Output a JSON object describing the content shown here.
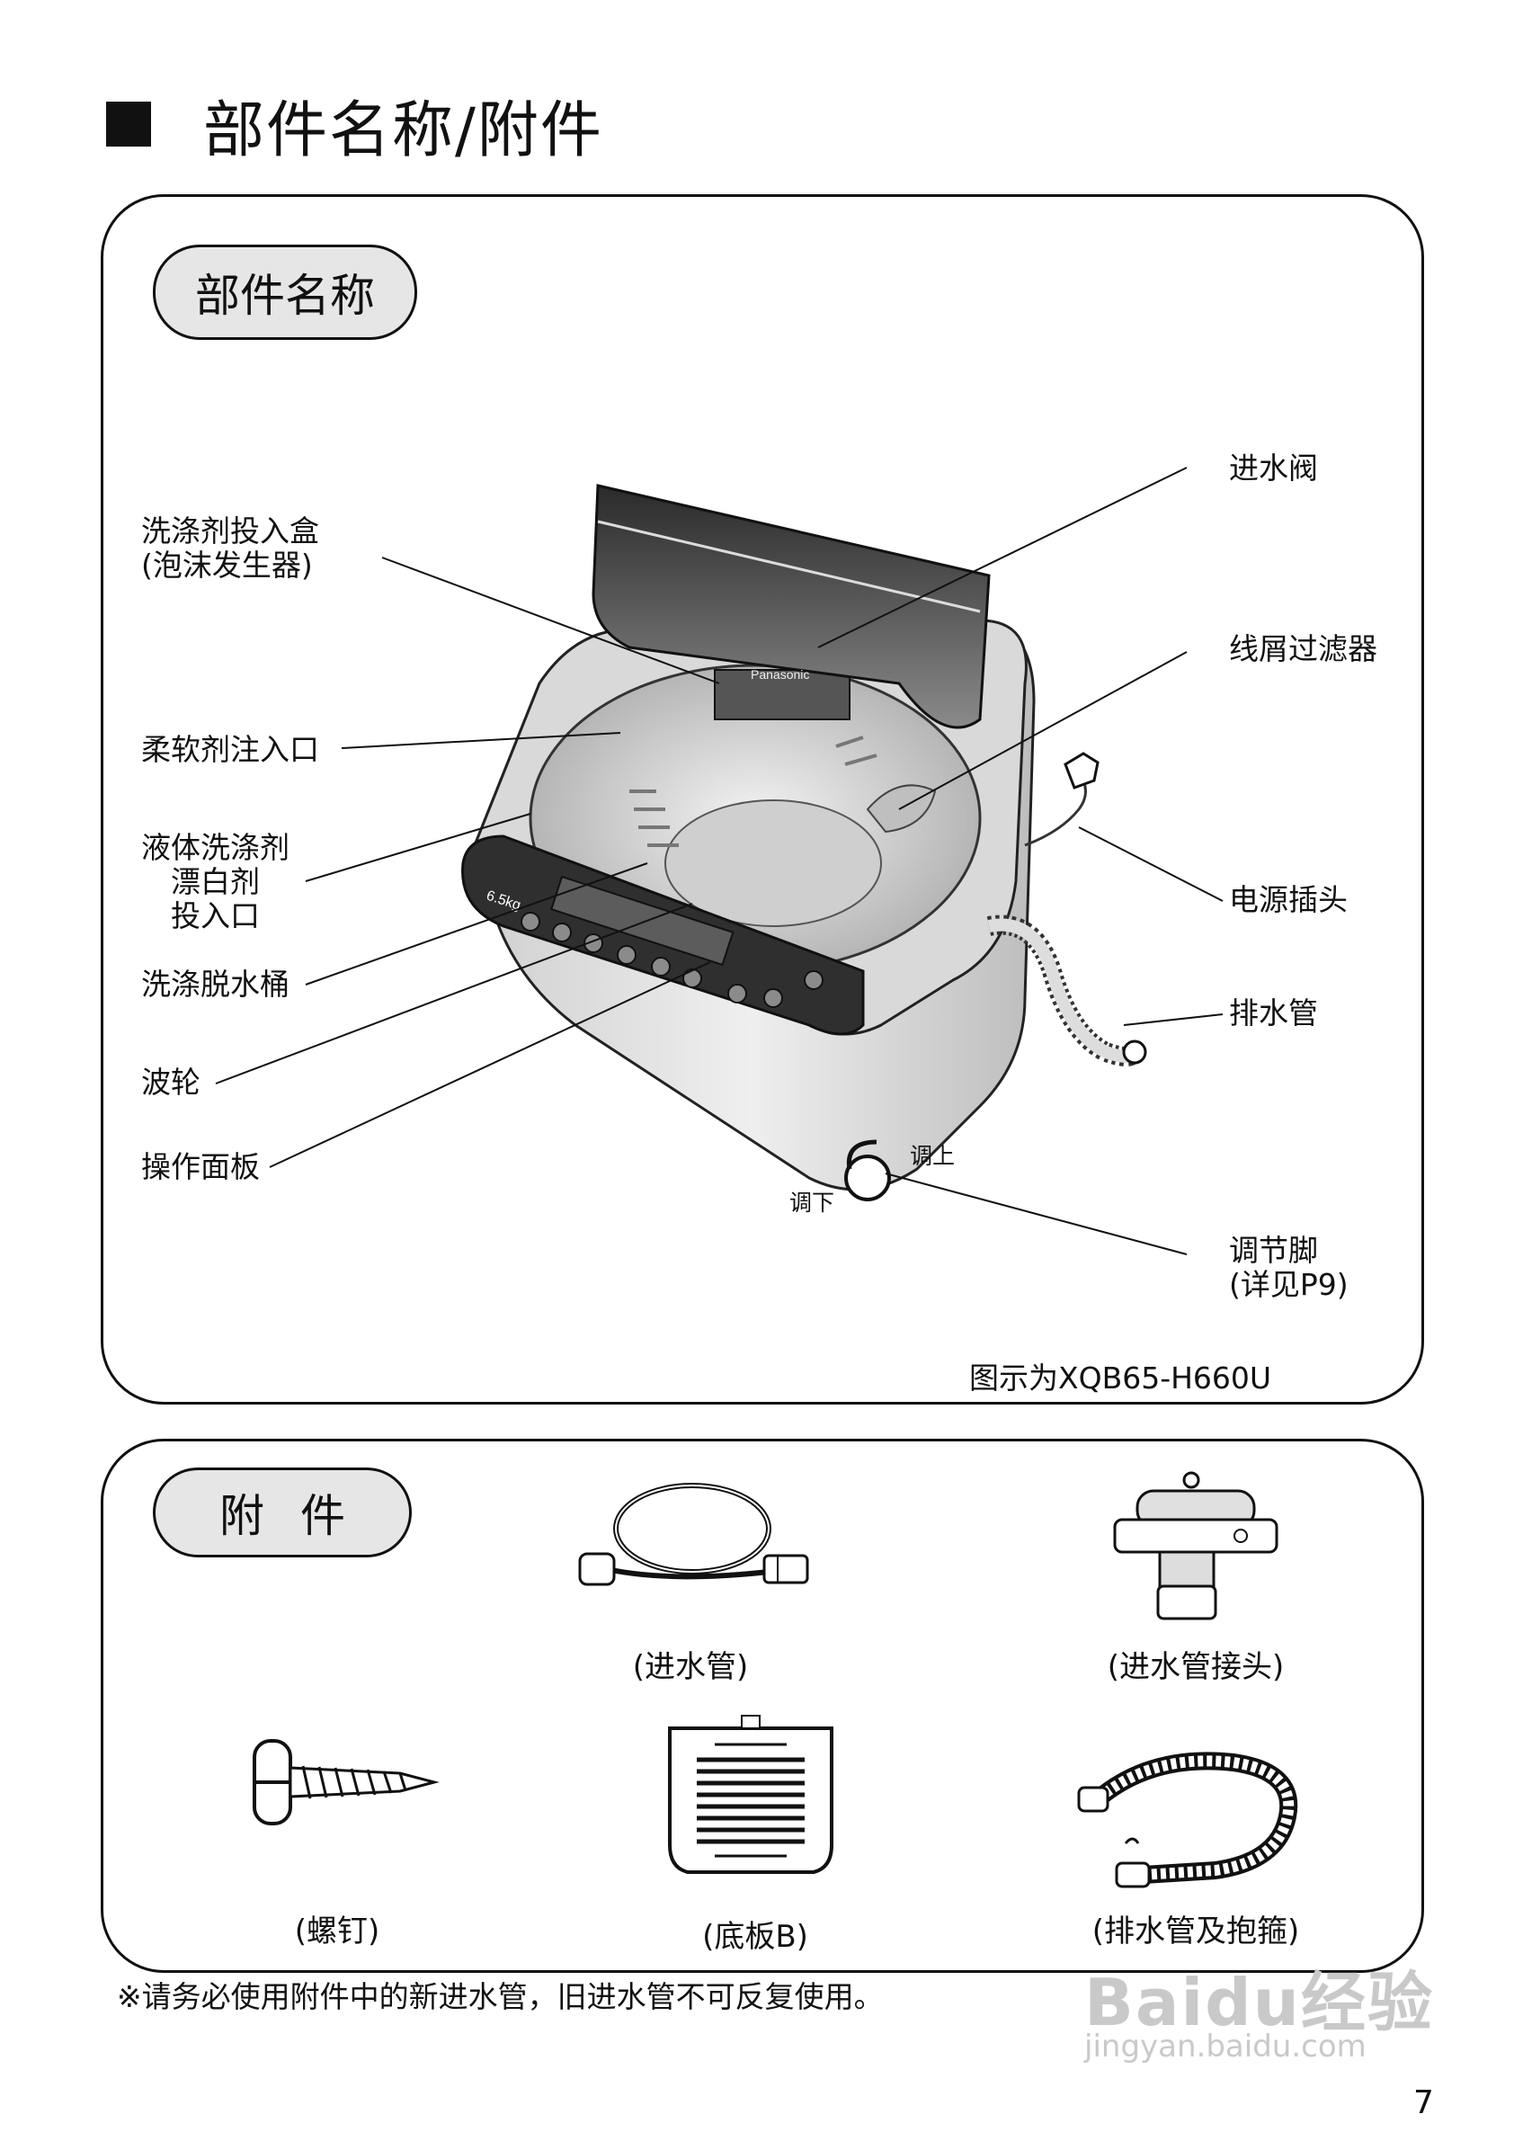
{
  "heading": {
    "title": "部件名称/附件"
  },
  "parts": {
    "pill": "部件名称",
    "labels": {
      "detergent_box": [
        "洗涤剂投入盒",
        "(泡沫发生器)"
      ],
      "softener": "柔软剂注入口",
      "liquid": [
        "液体洗涤剂",
        "漂白剂",
        "投入口"
      ],
      "tub": "洗涤脱水桶",
      "pulsator": "波轮",
      "panel": "操作面板",
      "valve": "进水阀",
      "filter": "线屑过滤器",
      "plug": "电源插头",
      "drain": "排水管",
      "foot": [
        "调节脚",
        "(详见P9)"
      ],
      "up": "调上",
      "down": "调下"
    },
    "caption": "图示为XQB65-H660U",
    "brand": "Panasonic",
    "capacity": "6.5kg"
  },
  "accessories": {
    "pill": "附件",
    "items": [
      {
        "caption": "(进水管)"
      },
      {
        "caption": "(进水管接头)"
      },
      {
        "caption": "(螺钉)"
      },
      {
        "caption": "(底板B)"
      },
      {
        "caption": "(排水管及抱箍)"
      }
    ]
  },
  "note": "※请务必使用附件中的新进水管，旧进水管不可反复使用。",
  "page_number": "7",
  "watermark": {
    "logo": "Baidu经验",
    "url": "jingyan.baidu.com"
  }
}
